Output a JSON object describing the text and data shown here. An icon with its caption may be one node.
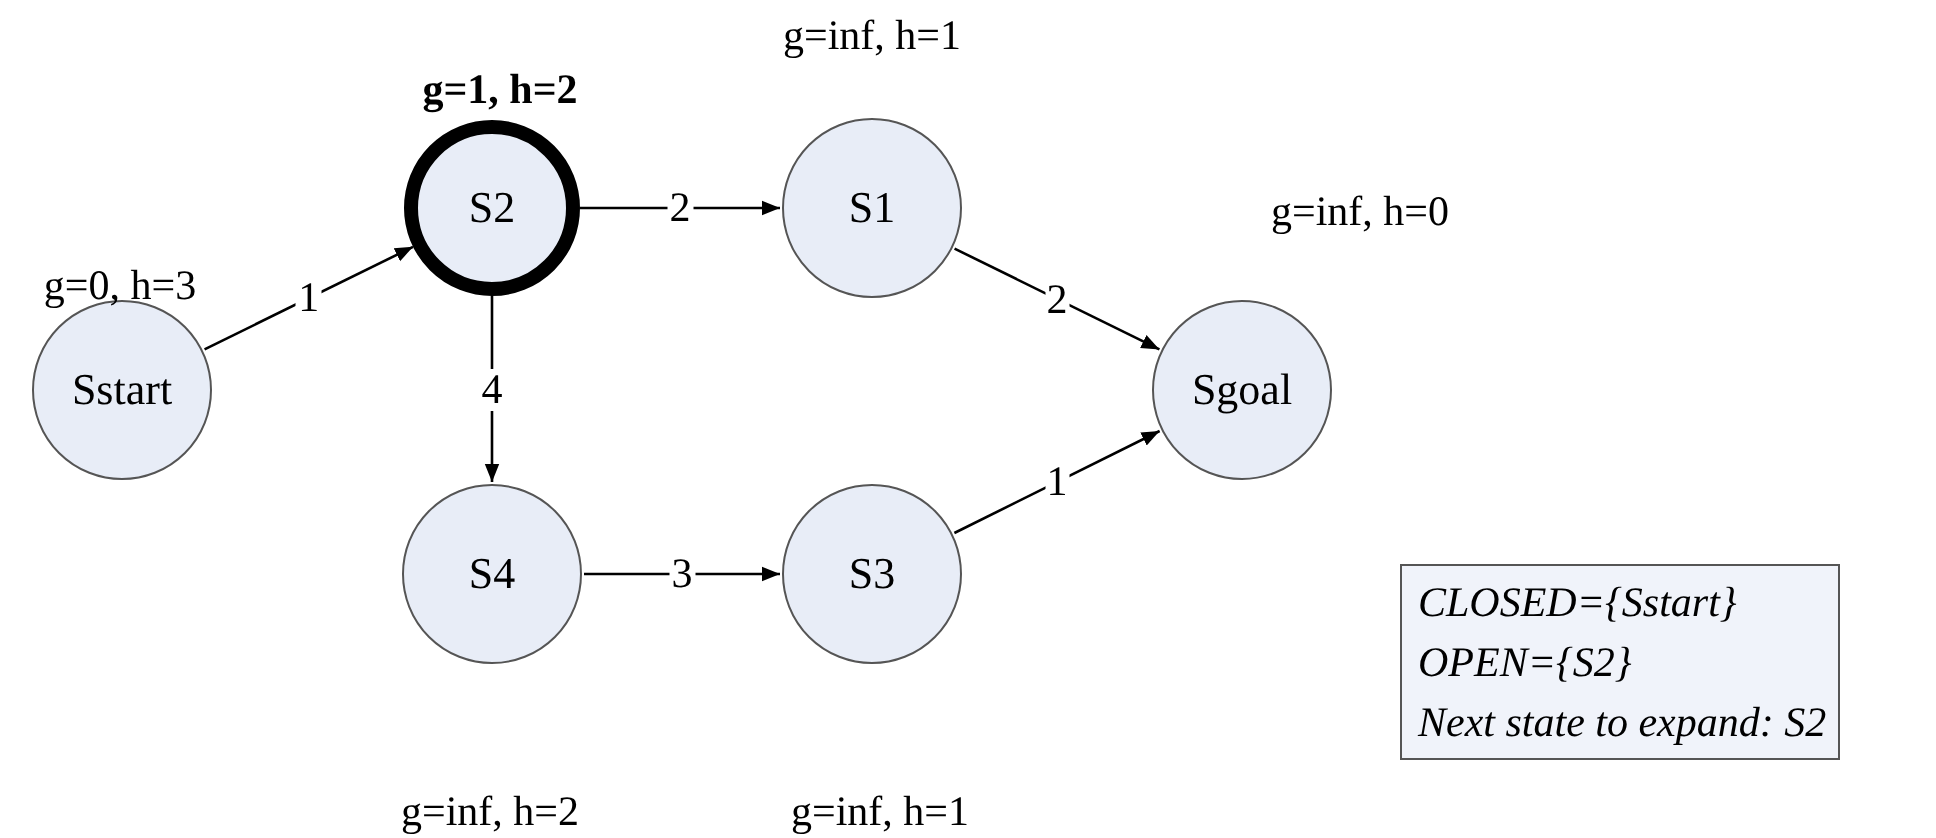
{
  "diagram": {
    "nodes": [
      {
        "text": [
          "Sstart"
        ],
        "beside": [
          "g=0, h=3"
        ]
      },
      {
        "text": [
          "S2"
        ],
        "beside": [
          "g=1, h=2"
        ]
      },
      {
        "text": [
          "S1"
        ],
        "beside": [
          "g=inf, h=1"
        ]
      },
      {
        "text": [
          "Sgoal"
        ],
        "beside": [
          "g=inf, h=0"
        ]
      },
      {
        "text": [
          "S4"
        ],
        "beside": [
          "g=inf, h=2"
        ]
      },
      {
        "text": [
          "S3"
        ],
        "beside": [
          "g=inf, h=1"
        ]
      },
      {
        "text": [
          "CLOSED={Sstart}",
          "OPEN={S2}",
          "Next state to expand: S2"
        ]
      }
    ],
    "edges": [
      {
        "from": 0,
        "to": 1,
        "arrow": "to",
        "label": "1"
      },
      {
        "from": 1,
        "to": 2,
        "arrow": "to",
        "label": "2"
      },
      {
        "from": 2,
        "to": 3,
        "arrow": "to",
        "label": "2"
      },
      {
        "from": 1,
        "to": 4,
        "arrow": "to",
        "label": "4"
      },
      {
        "from": 4,
        "to": 5,
        "arrow": "to",
        "label": "3"
      },
      {
        "from": 5,
        "to": 3,
        "arrow": "to",
        "label": "1"
      }
    ]
  }
}
